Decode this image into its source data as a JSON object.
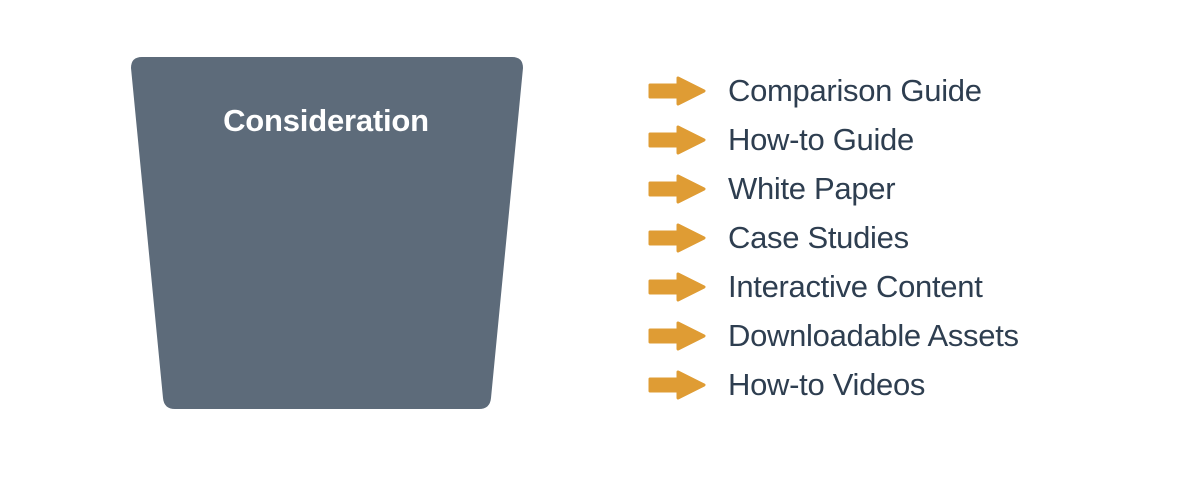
{
  "colors": {
    "background": "#ffffff",
    "funnel_fill": "#5d6b7a",
    "funnel_label_text": "#ffffff",
    "arrow_orange": "#df9c34",
    "item_text": "#2e3e50"
  },
  "funnel": {
    "stage_label": "Consideration"
  },
  "content_list": {
    "items": [
      {
        "icon": "arrow-right-icon",
        "label": "Comparison Guide"
      },
      {
        "icon": "arrow-right-icon",
        "label": "How-to Guide"
      },
      {
        "icon": "arrow-right-icon",
        "label": "White Paper"
      },
      {
        "icon": "arrow-right-icon",
        "label": "Case Studies"
      },
      {
        "icon": "arrow-right-icon",
        "label": "Interactive Content"
      },
      {
        "icon": "arrow-right-icon",
        "label": "Downloadable Assets"
      },
      {
        "icon": "arrow-right-icon",
        "label": "How-to Videos"
      }
    ]
  }
}
